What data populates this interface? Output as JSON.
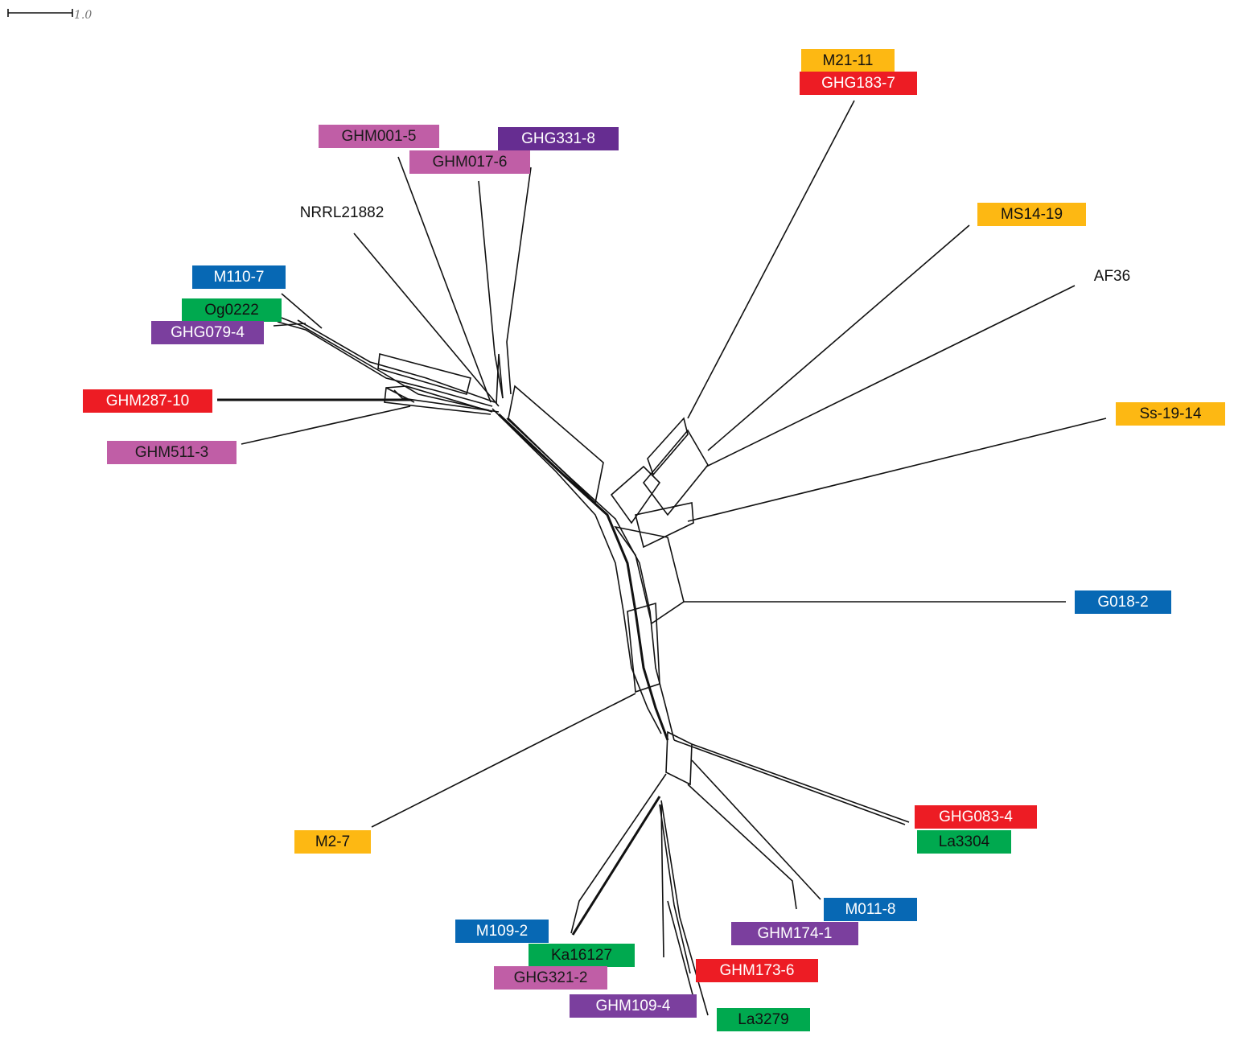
{
  "scale_bar": {
    "label": "1.0"
  },
  "colors": {
    "orange": "#FDB813",
    "red": "#ED1C24",
    "pink": "#C05EA6",
    "purple_dark": "#662D91",
    "purple": "#7B3F9E",
    "blue": "#0768B4",
    "green": "#00A94F",
    "none": "transparent"
  },
  "taxa": [
    {
      "id": "m21-11",
      "label": "M21-11",
      "color": "orange"
    },
    {
      "id": "ghg183-7",
      "label": "GHG183-7",
      "color": "red"
    },
    {
      "id": "ghm001-5",
      "label": "GHM001-5",
      "color": "pink"
    },
    {
      "id": "ghg331-8",
      "label": "GHG331-8",
      "color": "purple_dark"
    },
    {
      "id": "ghm017-6",
      "label": "GHM017-6",
      "color": "pink"
    },
    {
      "id": "nrrl21882",
      "label": "NRRL21882",
      "color": "none"
    },
    {
      "id": "ms14-19",
      "label": "MS14-19",
      "color": "orange"
    },
    {
      "id": "af36",
      "label": "AF36",
      "color": "none"
    },
    {
      "id": "m110-7",
      "label": "M110-7",
      "color": "blue"
    },
    {
      "id": "og0222",
      "label": "Og0222",
      "color": "green"
    },
    {
      "id": "ghg079-4",
      "label": "GHG079-4",
      "color": "purple"
    },
    {
      "id": "ghm287-10",
      "label": "GHM287-10",
      "color": "red"
    },
    {
      "id": "ss-19-14",
      "label": "Ss-19-14",
      "color": "orange"
    },
    {
      "id": "ghm511-3",
      "label": "GHM511-3",
      "color": "pink"
    },
    {
      "id": "g018-2",
      "label": "G018-2",
      "color": "blue"
    },
    {
      "id": "m2-7",
      "label": "M2-7",
      "color": "orange"
    },
    {
      "id": "ghg083-4",
      "label": "GHG083-4",
      "color": "red"
    },
    {
      "id": "la3304",
      "label": "La3304",
      "color": "green"
    },
    {
      "id": "m011-8",
      "label": "M011-8",
      "color": "blue"
    },
    {
      "id": "ghm174-1",
      "label": "GHM174-1",
      "color": "purple"
    },
    {
      "id": "m109-2",
      "label": "M109-2",
      "color": "blue"
    },
    {
      "id": "ka16127",
      "label": "Ka16127",
      "color": "green"
    },
    {
      "id": "ghm173-6",
      "label": "GHM173-6",
      "color": "red"
    },
    {
      "id": "ghg321-2",
      "label": "GHG321-2",
      "color": "pink"
    },
    {
      "id": "ghm109-4",
      "label": "GHM109-4",
      "color": "purple"
    },
    {
      "id": "la3279",
      "label": "La3279",
      "color": "green"
    }
  ]
}
